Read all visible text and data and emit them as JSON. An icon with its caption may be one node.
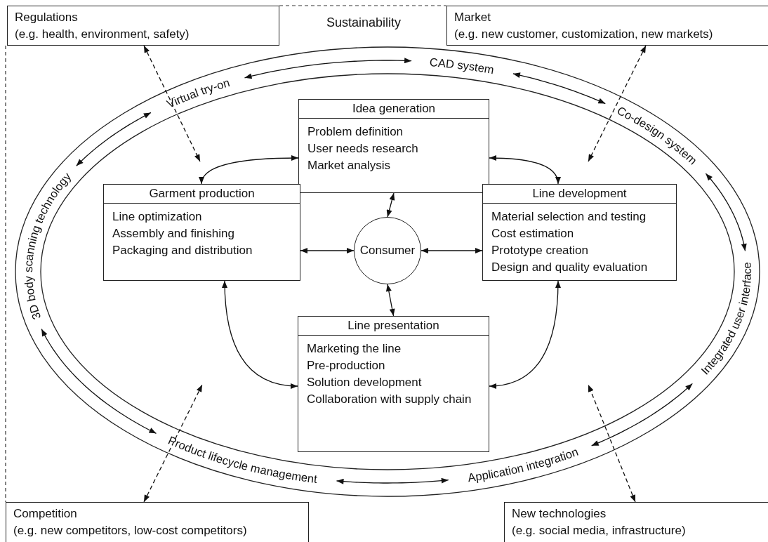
{
  "diagram": {
    "nodes": [
      {
        "text": [
          "Regulations",
          "(e.g. health, environment, safety)"
        ]
      },
      {
        "text": [
          "Market",
          "(e.g. new customer, customization, new markets)"
        ]
      },
      {
        "text": [
          "Virtual try-on"
        ]
      },
      {
        "text": [
          "CAD system"
        ]
      },
      {
        "text": [
          "Co-design system"
        ]
      },
      {
        "text": [
          "Integrated user interface"
        ]
      },
      {
        "text": [
          "Application integration"
        ]
      },
      {
        "text": [
          "Product lifecycle management"
        ]
      },
      {
        "text": [
          "3D body scanning technology"
        ]
      },
      {
        "text": [
          "Idea generation",
          "Problem definition",
          "User needs research",
          "Market analysis"
        ]
      },
      {
        "text": [
          "Garment production",
          "Line optimization",
          "Assembly and finishing",
          "Packaging and distribution"
        ]
      },
      {
        "text": [
          "Consumer"
        ]
      },
      {
        "text": [
          "Line development",
          "Material selection and testing",
          "Cost estimation",
          "Prototype creation",
          "Design and quality evaluation"
        ]
      },
      {
        "text": [
          "Line presentation",
          "Marketing the line",
          "Pre-production",
          "Solution development",
          "Collaboration with supply chain"
        ]
      },
      {
        "text": [
          "Competition",
          "(e.g. new competitors, low-cost competitors)"
        ]
      },
      {
        "text": [
          "New technologies",
          "(e.g. social media, infrastructure)"
        ]
      }
    ],
    "edges": [
      {
        "from": 8,
        "to": 2,
        "arrow": "both"
      },
      {
        "from": 2,
        "to": 3,
        "arrow": "both"
      },
      {
        "from": 3,
        "to": 4,
        "arrow": "both"
      },
      {
        "from": 4,
        "to": 5,
        "arrow": "both"
      },
      {
        "from": 5,
        "to": 6,
        "arrow": "both"
      },
      {
        "from": 6,
        "to": 7,
        "arrow": "both"
      },
      {
        "from": 7,
        "to": 8,
        "arrow": "both"
      },
      {
        "from": 9,
        "to": 10,
        "arrow": "both"
      },
      {
        "from": 9,
        "to": 12,
        "arrow": "both"
      },
      {
        "from": 10,
        "to": 13,
        "arrow": "both"
      },
      {
        "from": 12,
        "to": 13,
        "arrow": "both"
      },
      {
        "from": 11,
        "to": 9,
        "arrow": "both"
      },
      {
        "from": 10,
        "to": 11,
        "arrow": "both"
      },
      {
        "from": 11,
        "to": 12,
        "arrow": "both"
      },
      {
        "from": 11,
        "to": 13,
        "arrow": "both"
      },
      {
        "from": 0,
        "to": null,
        "arrow": "both",
        "style": "dashed"
      },
      {
        "from": 1,
        "to": null,
        "arrow": "both",
        "style": "dashed"
      },
      {
        "from": 14,
        "to": null,
        "arrow": "both",
        "style": "dashed"
      },
      {
        "from": 15,
        "to": null,
        "arrow": "both",
        "style": "dashed"
      }
    ],
    "labels": [
      "Sustainability"
    ]
  }
}
